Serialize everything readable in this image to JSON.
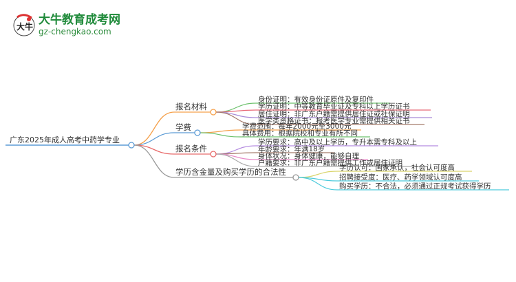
{
  "logo": {
    "name": "大牛教育成考网",
    "url": "gz-chengkao.com",
    "mark": "大牛"
  },
  "root": {
    "label": "广东2025年成人高考中药学专业",
    "color": "#5b9bd5"
  },
  "branches": [
    {
      "label": "报名材料",
      "color": "#f5a04a",
      "leaves": [
        {
          "text": "身份证明：有效身份证原件及复印件",
          "color": "#6cc16c"
        },
        {
          "text": "学历证明：中等教育毕业证及专科以上学历证书",
          "color": "#e86a78"
        },
        {
          "text": "居住证明：非广东户籍需提供居住证或社保证明",
          "color": "#a98bd8"
        },
        {
          "text": "医学类资格证书：报考医学专业需提供相关证书",
          "color": "#a57a6a"
        }
      ]
    },
    {
      "label": "学费",
      "color": "#5b9bd5",
      "leaves": [
        {
          "text": "学费范围：每年2000元至3000元",
          "color": "#f5a04a"
        },
        {
          "text": "具体费用：根据院校和专业有所不同",
          "color": "#6cc16c"
        }
      ]
    },
    {
      "label": "报名条件",
      "color": "#e86a6a",
      "leaves": [
        {
          "text": "学历要求：高中及以上学历，专升本需专科及以上",
          "color": "#b48be0"
        },
        {
          "text": "年龄要求：年满18岁",
          "color": "#a57a6a"
        },
        {
          "text": "身体状况：身体健康，能够自理",
          "color": "#e88ac8"
        },
        {
          "text": "户籍要求：非广东户籍需提供工作或居住证明",
          "color": "#aaaaaa"
        }
      ]
    },
    {
      "label": "学历含金量及购买学历的合法性",
      "color": "#999999",
      "leaves": [
        {
          "text": "学历认可：国家承认，社会认可度高",
          "color": "#d9d46a"
        },
        {
          "text": "招聘接受度：医疗、药学领域认可度高",
          "color": "#4ccbdc"
        },
        {
          "text": "购买学历：不合法，必须通过正规考试获得学历",
          "color": "#4ccbdc"
        }
      ]
    }
  ]
}
